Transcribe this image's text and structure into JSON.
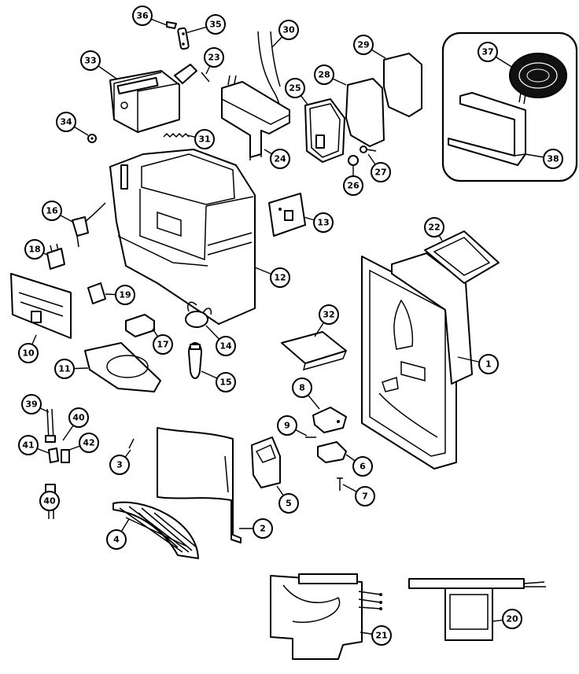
{
  "callouts": [
    {
      "label": "36"
    },
    {
      "label": "35"
    },
    {
      "label": "30"
    },
    {
      "label": "29"
    },
    {
      "label": "37"
    },
    {
      "label": "33"
    },
    {
      "label": "23"
    },
    {
      "label": "28"
    },
    {
      "label": "25"
    },
    {
      "label": "34"
    },
    {
      "label": "31"
    },
    {
      "label": "24"
    },
    {
      "label": "27"
    },
    {
      "label": "26"
    },
    {
      "label": "38"
    },
    {
      "label": "16"
    },
    {
      "label": "13"
    },
    {
      "label": "22"
    },
    {
      "label": "18"
    },
    {
      "label": "12"
    },
    {
      "label": "19"
    },
    {
      "label": "32"
    },
    {
      "label": "10"
    },
    {
      "label": "17"
    },
    {
      "label": "14"
    },
    {
      "label": "1"
    },
    {
      "label": "11"
    },
    {
      "label": "15"
    },
    {
      "label": "8"
    },
    {
      "label": "39"
    },
    {
      "label": "40"
    },
    {
      "label": "9"
    },
    {
      "label": "41"
    },
    {
      "label": "42"
    },
    {
      "label": "3"
    },
    {
      "label": "6"
    },
    {
      "label": "40"
    },
    {
      "label": "7"
    },
    {
      "label": "5"
    },
    {
      "label": "2"
    },
    {
      "label": "4"
    },
    {
      "label": "21"
    },
    {
      "label": "20"
    }
  ]
}
